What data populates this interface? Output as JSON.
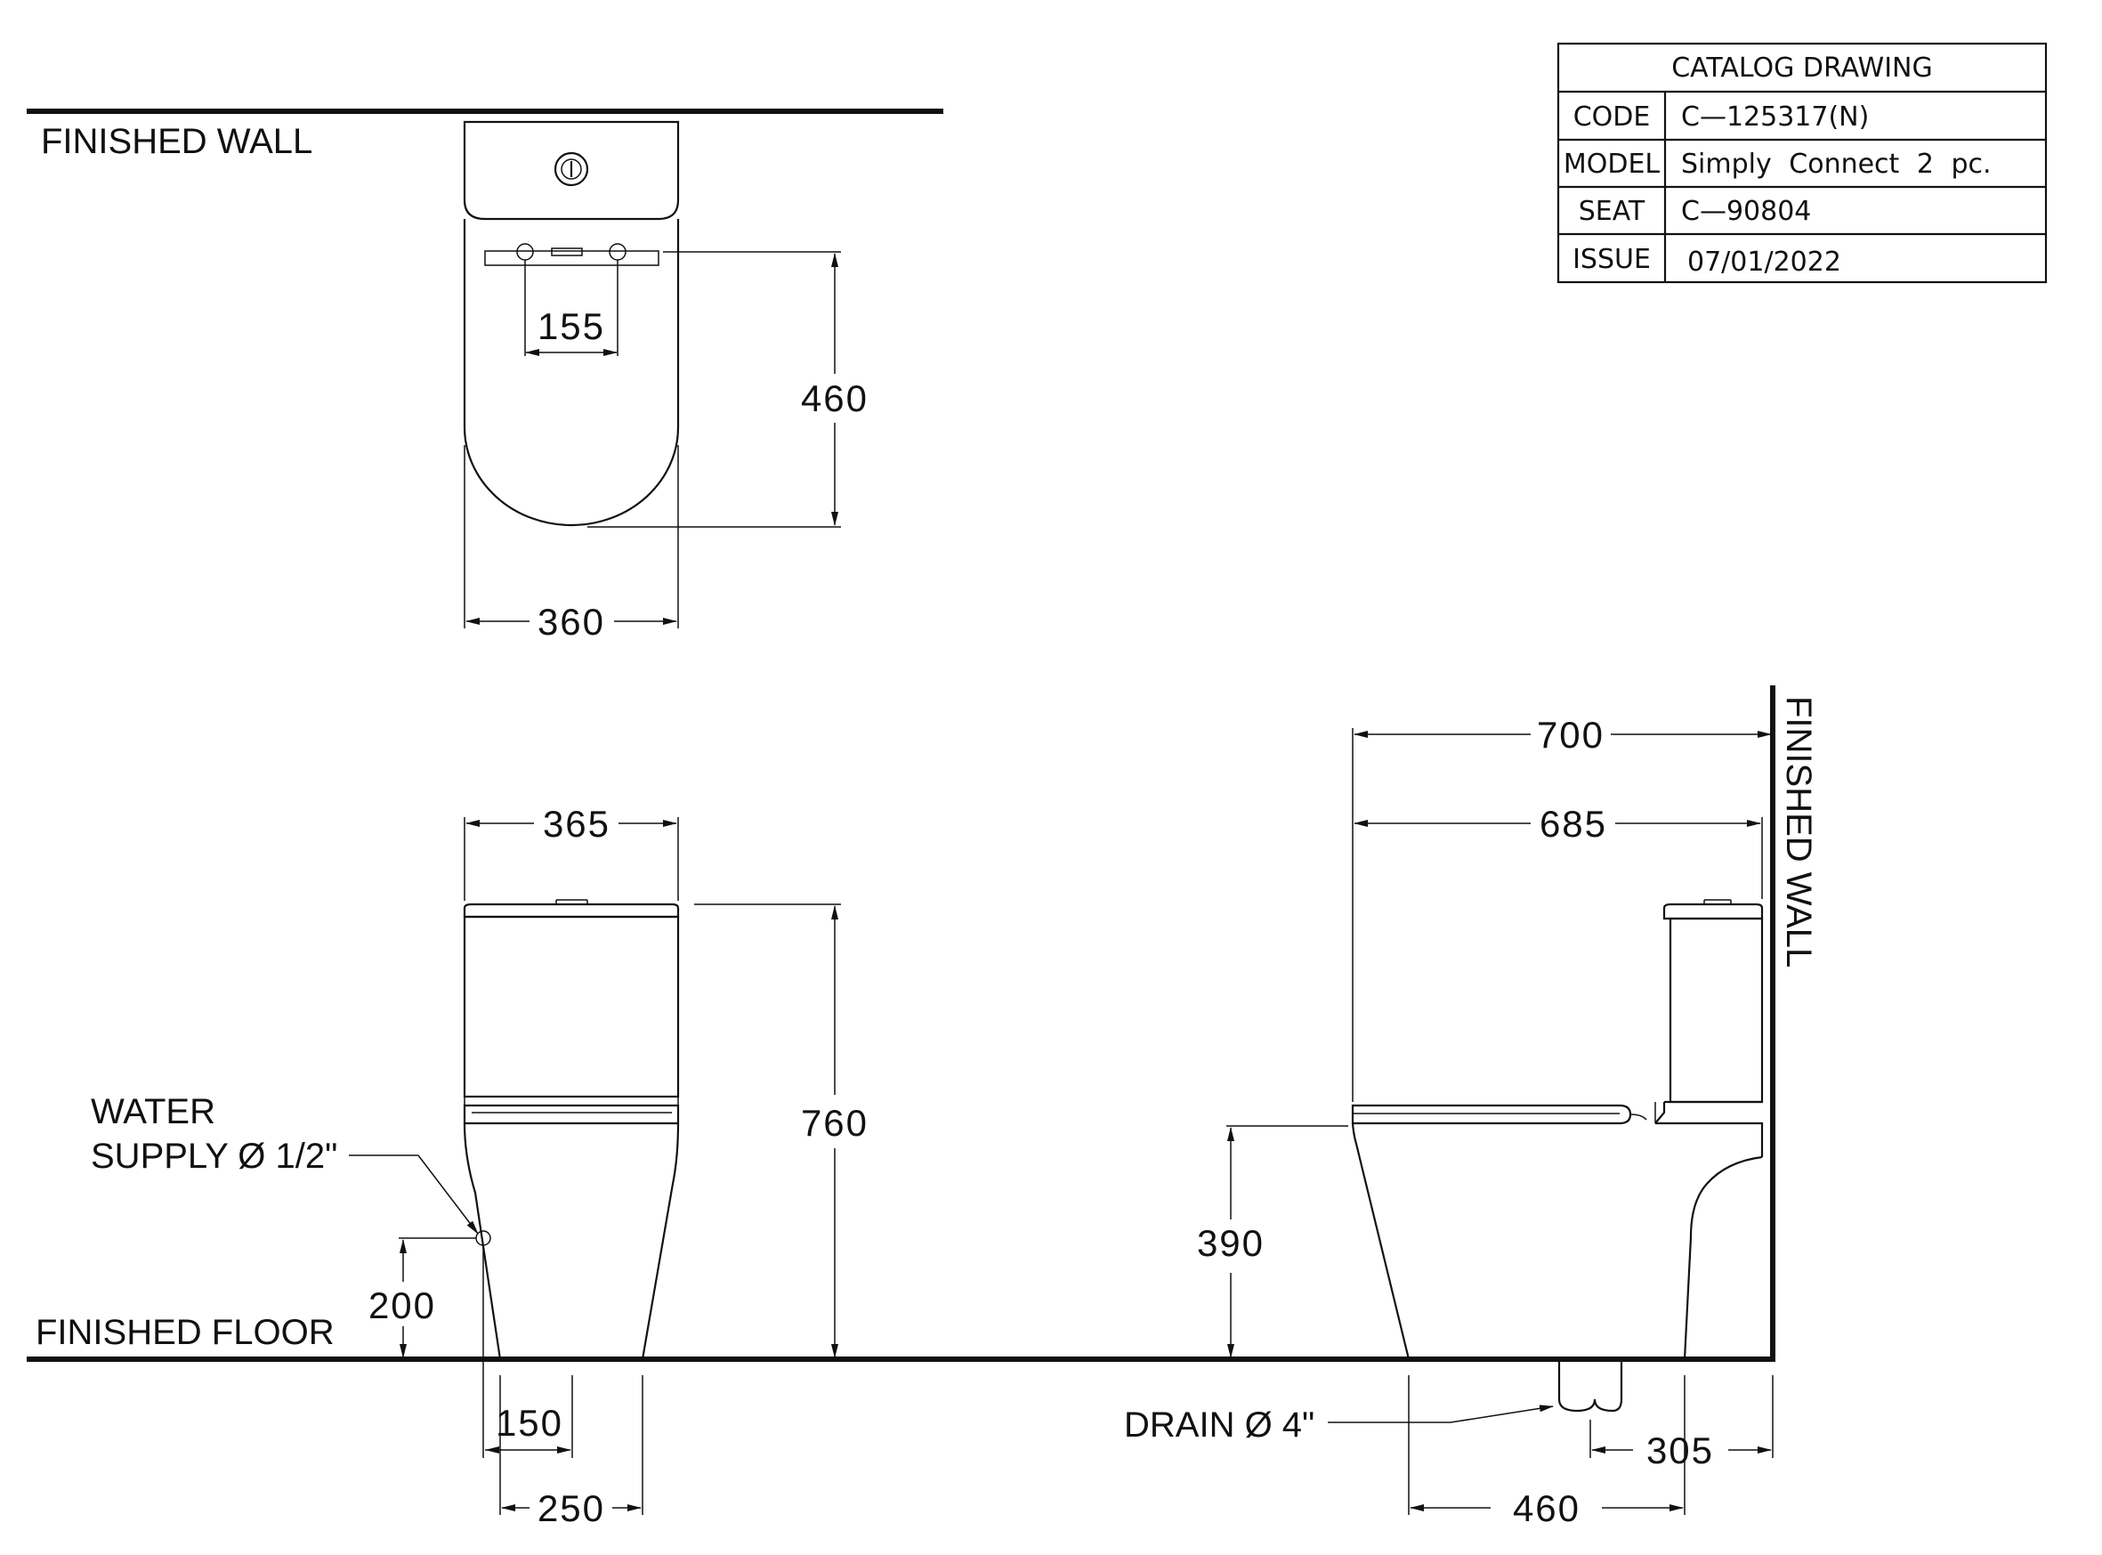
{
  "title_block": {
    "header": "CATALOG DRAWING",
    "rows": [
      {
        "key": "CODE",
        "value": "C—125317(N)"
      },
      {
        "key": "MODEL",
        "value": "Simply Connect 2 pc."
      },
      {
        "key": "SEAT",
        "value": "C—90804"
      },
      {
        "key": "ISSUE",
        "value": "07/01/2022"
      }
    ]
  },
  "labels": {
    "finished_wall_top": "FINISHED WALL",
    "finished_wall_side": "FINISHED WALL",
    "finished_floor": "FINISHED FLOOR",
    "water_supply_1": "WATER",
    "water_supply_2": "SUPPLY Ø 1/2\"",
    "drain": "DRAIN Ø 4\""
  },
  "dimensions": {
    "top_fixing_spacing": "155",
    "top_depth": "460",
    "top_width": "360",
    "front_tank_width": "365",
    "front_height": "760",
    "supply_height": "200",
    "front_fixing_offset": "150",
    "front_base_width": "250",
    "side_overall_depth": "700",
    "side_body_depth": "685",
    "seat_height": "390",
    "side_base_depth": "460",
    "drain_to_wall": "305"
  }
}
